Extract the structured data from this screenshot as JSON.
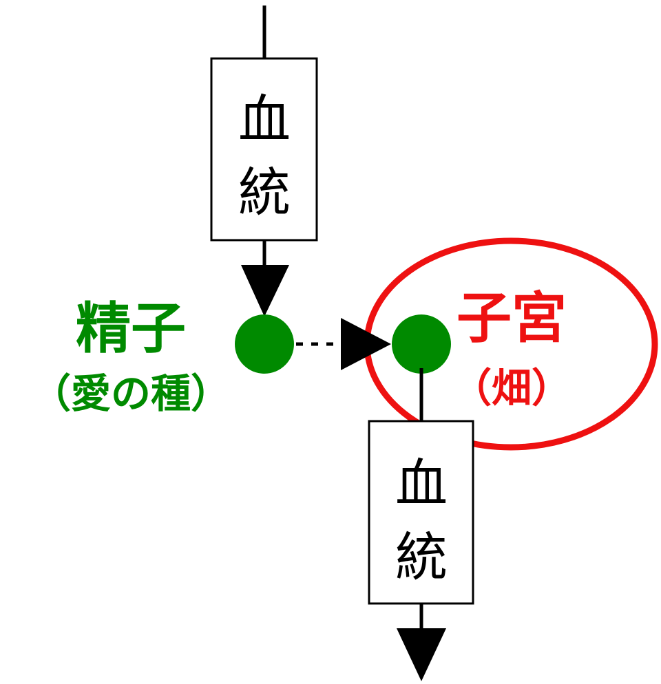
{
  "colors": {
    "line": "#000000",
    "node": "#008a00",
    "sperm_label": "#008a00",
    "womb_label": "#ee1111",
    "womb_ellipse": "#ee1111"
  },
  "top_box": {
    "line1": "血",
    "line2": "統"
  },
  "bottom_box": {
    "line1": "血",
    "line2": "統"
  },
  "sperm": {
    "title": "精子",
    "subtitle": "（愛の種）"
  },
  "womb": {
    "title": "子宮",
    "subtitle": "（畑）"
  }
}
